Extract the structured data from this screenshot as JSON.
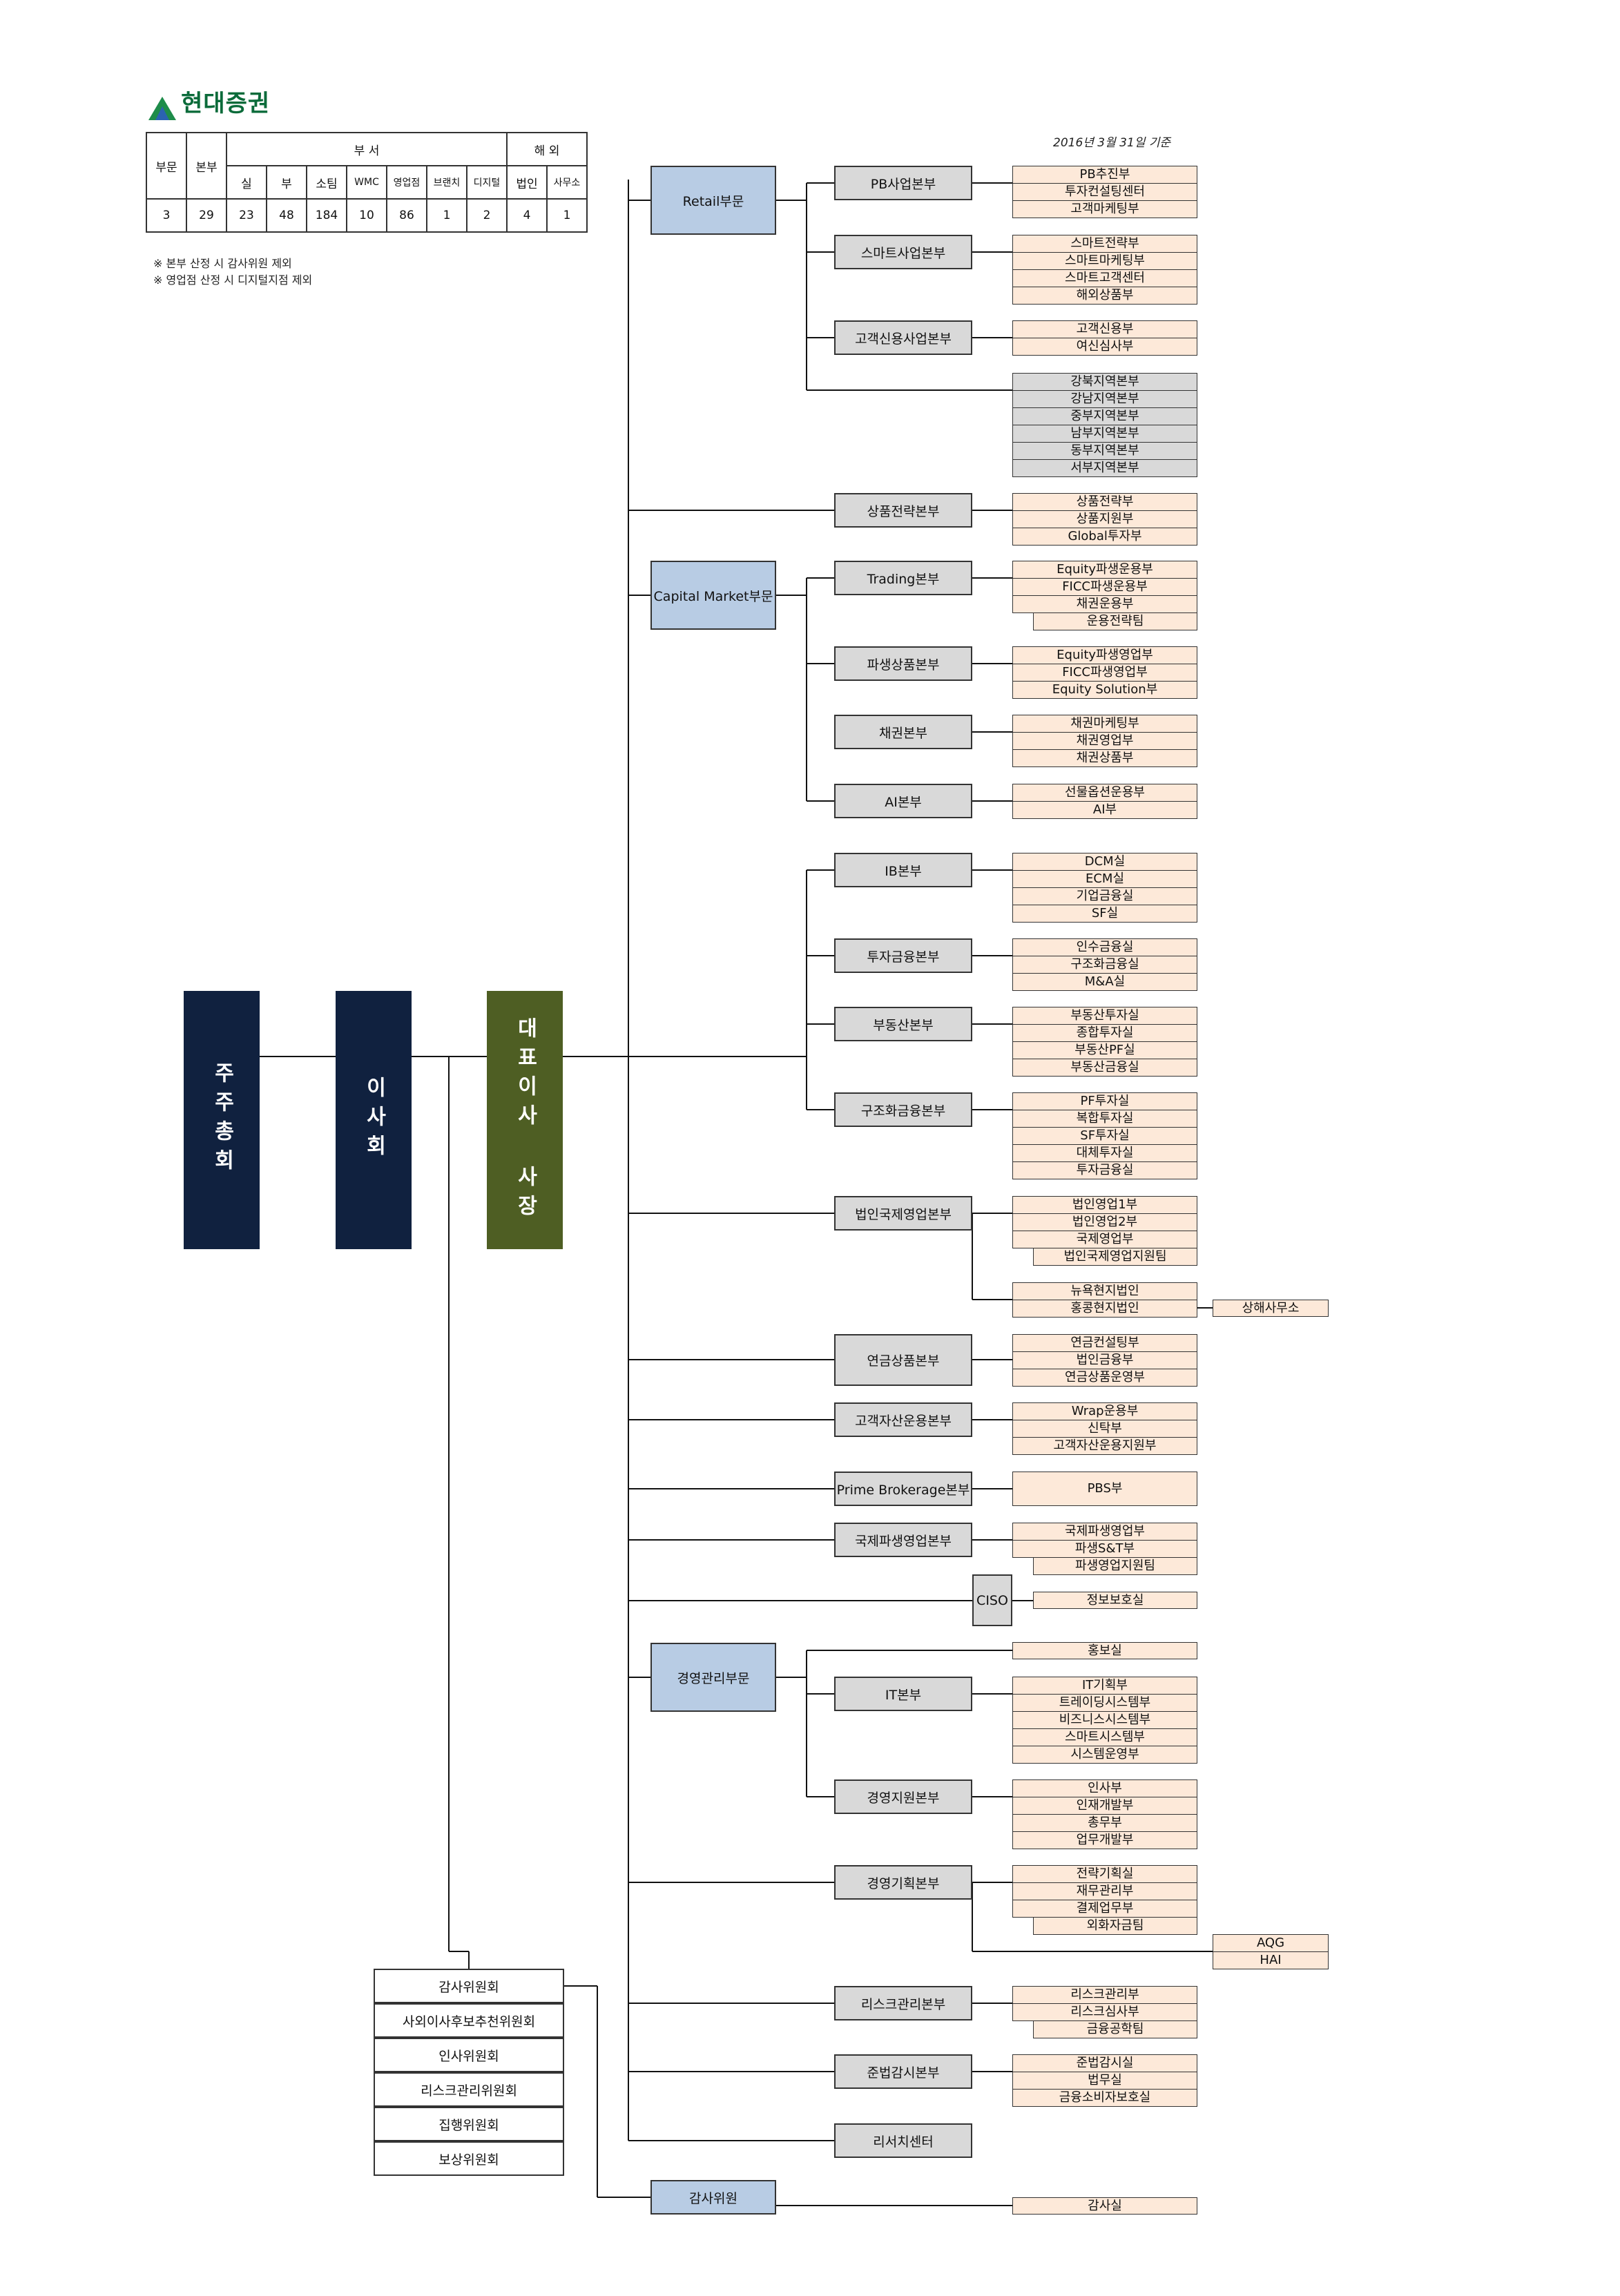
{
  "logo": {
    "text": "현대증권",
    "icon": "triangle-logo-icon"
  },
  "as_of": "2016년 3월 31일 기준",
  "summary": {
    "group_dept": "부 서",
    "group_overseas": "해 외",
    "division": "부문",
    "hq": "본부",
    "sub": [
      "실",
      "부",
      "소팀",
      "WMC",
      "영업점",
      "브랜치",
      "디지털",
      "법인",
      "사무소"
    ],
    "values": [
      "3",
      "29",
      "23",
      "48",
      "184",
      "10",
      "86",
      "1",
      "2",
      "4",
      "1"
    ]
  },
  "notes": [
    "※ 본부 산정 시 감사위원 제외",
    "※ 영업점 산정 시 디지털지점 제외"
  ],
  "top": {
    "shareholders": "주주총회",
    "board": "이사회",
    "ceo": "대표이사 사장"
  },
  "committees": [
    "감사위원회",
    "사외이사후보추천위원회",
    "인사위원회",
    "리스크관리위원회",
    "집행위원회",
    "보상위원회"
  ],
  "divisions": {
    "retail": "Retail부문",
    "capital": "Capital Market부문",
    "mgmt": "경영관리부문",
    "audit": "감사위원"
  },
  "hqs": {
    "pb": "PB사업본부",
    "smart": "스마트사업본부",
    "credit": "고객신용사업본부",
    "product": "상품전략본부",
    "trading": "Trading본부",
    "deriv": "파생상품본부",
    "bond": "채권본부",
    "ai": "AI본부",
    "ib": "IB본부",
    "invfin": "투자금융본부",
    "realestate": "부동산본부",
    "structured": "구조화금융본부",
    "corpintl": "법인국제영업본부",
    "pension": "연금상품본부",
    "custasset": "고객자산운용본부",
    "prime": "Prime Brokerage본부",
    "intlderiv": "국제파생영업본부",
    "ciso": "CISO",
    "it": "IT본부",
    "mgmtsupport": "경영지원본부",
    "mgmtplan": "경영기획본부",
    "risk": "리스크관리본부",
    "compliance": "준법감시본부",
    "research": "리서치센터"
  },
  "depts": {
    "pb": [
      "PB추진부",
      "투자컨설팅센터",
      "고객마케팅부"
    ],
    "smart": [
      "스마트전략부",
      "스마트마케팅부",
      "스마트고객센터",
      "해외상품부"
    ],
    "credit": [
      "고객신용부",
      "여신심사부"
    ],
    "regional": [
      "강북지역본부",
      "강남지역본부",
      "중부지역본부",
      "남부지역본부",
      "동부지역본부",
      "서부지역본부"
    ],
    "product": [
      "상품전략부",
      "상품지원부",
      "Global투자부"
    ],
    "trading": [
      "Equity파생운용부",
      "FICC파생운용부",
      "채권운용부",
      "운용전략팀"
    ],
    "deriv": [
      "Equity파생영업부",
      "FICC파생영업부",
      "Equity Solution부"
    ],
    "bond": [
      "채권마케팅부",
      "채권영업부",
      "채권상품부"
    ],
    "ai": [
      "선물옵션운용부",
      "AI부"
    ],
    "ib": [
      "DCM실",
      "ECM실",
      "기업금융실",
      "SF실"
    ],
    "invfin": [
      "인수금융실",
      "구조화금융실",
      "M&A실"
    ],
    "realestate": [
      "부동산투자실",
      "종합투자실",
      "부동산PF실",
      "부동산금융실"
    ],
    "structured": [
      "PF투자실",
      "복합투자실",
      "SF투자실",
      "대체투자실",
      "투자금융실"
    ],
    "corpintl": [
      "법인영업1부",
      "법인영업2부",
      "국제영업부",
      "법인국제영업지원팀"
    ],
    "local": [
      "뉴욕현지법인",
      "홍콩현지법인"
    ],
    "shanghai": "상해사무소",
    "pension": [
      "연금컨설팅부",
      "법인금융부",
      "연금상품운영부"
    ],
    "custasset": [
      "Wrap운용부",
      "신탁부",
      "고객자산운용지원부"
    ],
    "prime": [
      "PBS부"
    ],
    "intlderiv": [
      "국제파생영업부",
      "파생S&T부",
      "파생영업지원팀"
    ],
    "ciso": [
      "정보보호실"
    ],
    "pr": [
      "홍보실"
    ],
    "it": [
      "IT기획부",
      "트레이딩시스템부",
      "비즈니스시스템부",
      "스마트시스템부",
      "시스템운영부"
    ],
    "mgmtsupport": [
      "인사부",
      "인재개발부",
      "총무부",
      "업무개발부"
    ],
    "mgmtplan": [
      "전략기획실",
      "재무관리부",
      "결제업무부",
      "외화자금팀"
    ],
    "aqg": [
      "AQG",
      "HAI"
    ],
    "risk": [
      "리스크관리부",
      "리스크심사부",
      "금융공학팀"
    ],
    "compliance": [
      "준법감시실",
      "법무실",
      "금융소비자보호실"
    ],
    "audit": [
      "감사실"
    ]
  },
  "colors": {
    "navy": "#10213f",
    "olive": "#4e5e23",
    "division_blue": "#b8cce4",
    "hq_gray": "#d9d9d9",
    "dept_peach": "#fde9d9"
  }
}
